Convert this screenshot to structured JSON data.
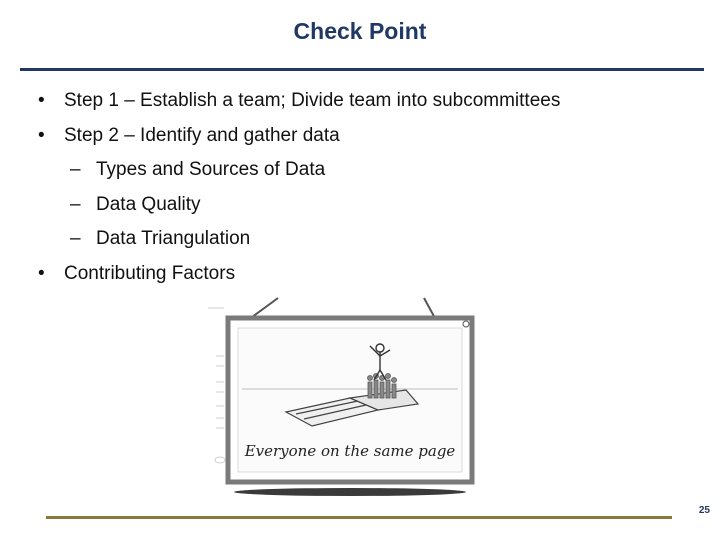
{
  "slide": {
    "title": "Check Point",
    "page_number": "25"
  },
  "bullets": [
    {
      "level": 1,
      "marker": "•",
      "text": "Step 1 – Establish a team; Divide team into subcommittees"
    },
    {
      "level": 1,
      "marker": "•",
      "text": "Step 2 – Identify and gather data"
    },
    {
      "level": 2,
      "marker": "–",
      "text": "Types and Sources of Data"
    },
    {
      "level": 2,
      "marker": "–",
      "text": "Data Quality"
    },
    {
      "level": 2,
      "marker": "–",
      "text": "Data Triangulation"
    },
    {
      "level": 1,
      "marker": "•",
      "text": "Contributing Factors"
    }
  ],
  "figure": {
    "caption": "Everyone on the same page",
    "colors": {
      "frame": "#7a7a7a",
      "shadow": "#3a3a3a",
      "wire": "#555555"
    }
  },
  "colors": {
    "title": "#1f3864",
    "title_rule": "#1f3864",
    "footer_rule": "#8a7a3a"
  }
}
